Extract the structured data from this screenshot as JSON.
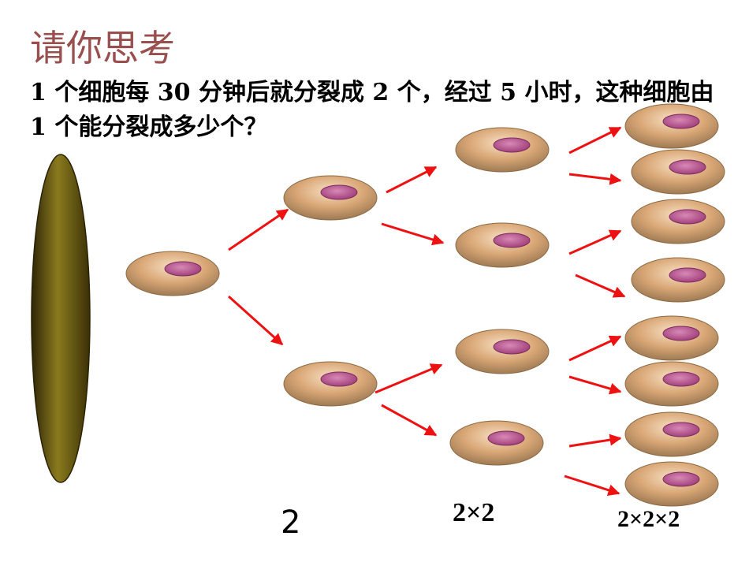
{
  "slide": {
    "title": "请你思考",
    "question": "1 个细胞每 30 分钟后就分裂成 2 个，经过 5 小时，这种细胞由 1 个能分裂成多少个？"
  },
  "labels": {
    "gen1": "2",
    "gen2": "2×2",
    "gen3": "2×2×2"
  },
  "colors": {
    "title": "#9a4f4f",
    "arrow": "#ee1111",
    "cell_body": "#d9a776",
    "cell_edge": "#8c6a44",
    "nucleus": "#b24d8c",
    "capsule": "#6b5a14"
  }
}
